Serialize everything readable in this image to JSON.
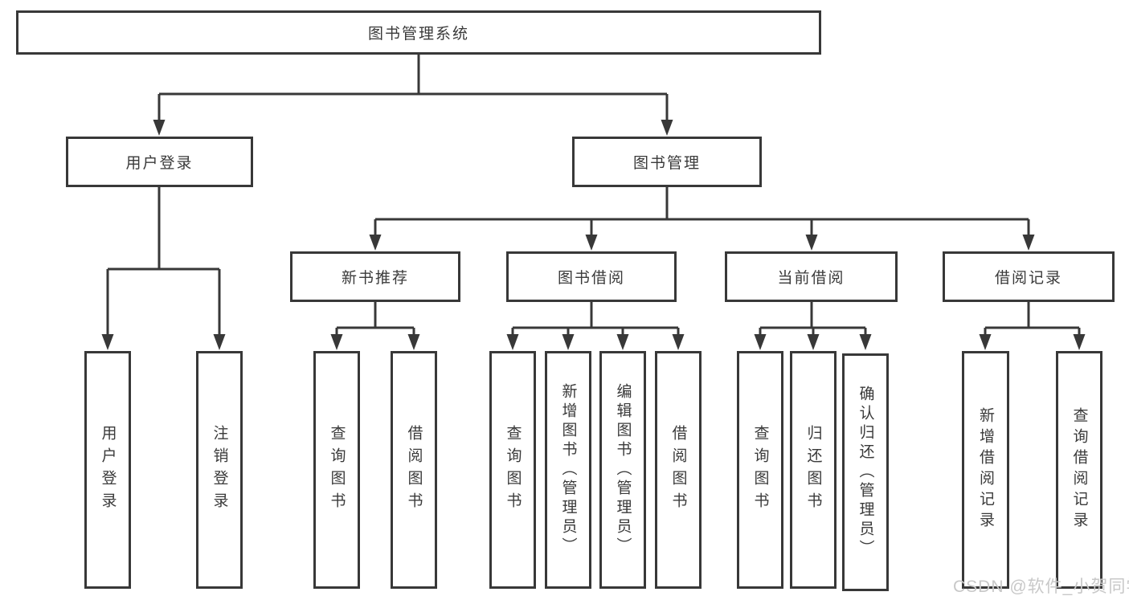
{
  "diagram": {
    "root": {
      "label": "图书管理系统"
    },
    "level2": {
      "user_login": {
        "label": "用户登录",
        "leaves": [
          "用户登录",
          "注销登录"
        ]
      },
      "book_management": {
        "label": "图书管理"
      }
    },
    "level3": {
      "new_book_recommendation": {
        "label": "新书推荐",
        "leaves": [
          "查询图书",
          "借阅图书"
        ]
      },
      "book_borrowing": {
        "label": "图书借阅",
        "leaves": [
          "查询图书",
          "新增图书（管理员）",
          "编辑图书（管理员）",
          "借阅图书"
        ]
      },
      "current_borrowing": {
        "label": "当前借阅",
        "leaves": [
          "查询图书",
          "归还图书",
          "确认归还（管理员）"
        ]
      },
      "borrowing_records": {
        "label": "借阅记录",
        "leaves": [
          "新增借阅记录",
          "查询借阅记录"
        ]
      }
    }
  },
  "watermark": {
    "text": "CSDN @软件_小贺同学"
  },
  "colors": {
    "line": "#383838",
    "text": "#3a3a3a",
    "watermark": "#c8c8c8",
    "background": "#ffffff"
  }
}
